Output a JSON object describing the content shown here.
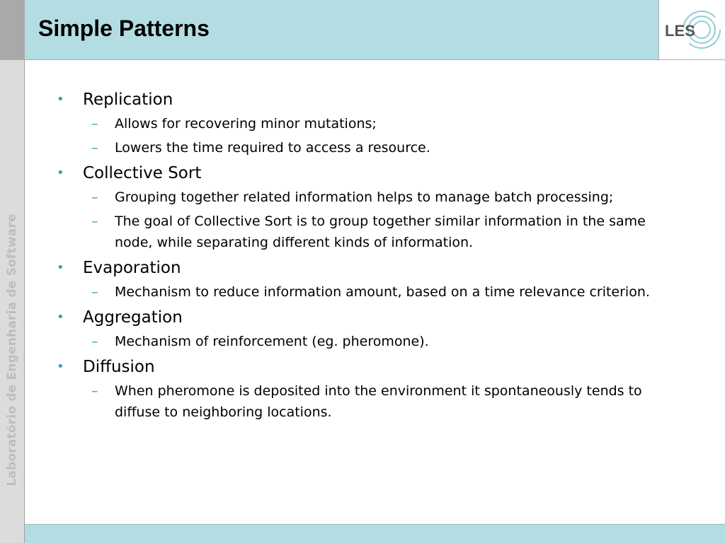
{
  "title": "Simple Patterns",
  "logo": {
    "text": "LES"
  },
  "sidebar": {
    "text": "Laboratório de Engenharia de Software"
  },
  "bullets": [
    {
      "label": "Replication",
      "subs": [
        "Allows for recovering minor mutations;",
        "Lowers the time required to access a resource."
      ]
    },
    {
      "label": "Collective Sort",
      "subs": [
        "Grouping together related information helps to manage batch processing;",
        "The goal of Collective Sort is to group together similar information in the same node, while separating different kinds of information."
      ]
    },
    {
      "label": "Evaporation",
      "subs": [
        "Mechanism to reduce information amount, based on a time relevance criterion."
      ]
    },
    {
      "label": "Aggregation",
      "subs": [
        "Mechanism of reinforcement (eg. pheromone)."
      ]
    },
    {
      "label": "Diffusion",
      "subs": [
        "When pheromone is deposited into the environment it spontaneously tends to diffuse to neighboring locations."
      ]
    }
  ],
  "colors": {
    "header": "#b3dde2",
    "accent": "#2aa5b0",
    "sidebar": "#dcdcdc",
    "corner": "#a9a9a9"
  }
}
